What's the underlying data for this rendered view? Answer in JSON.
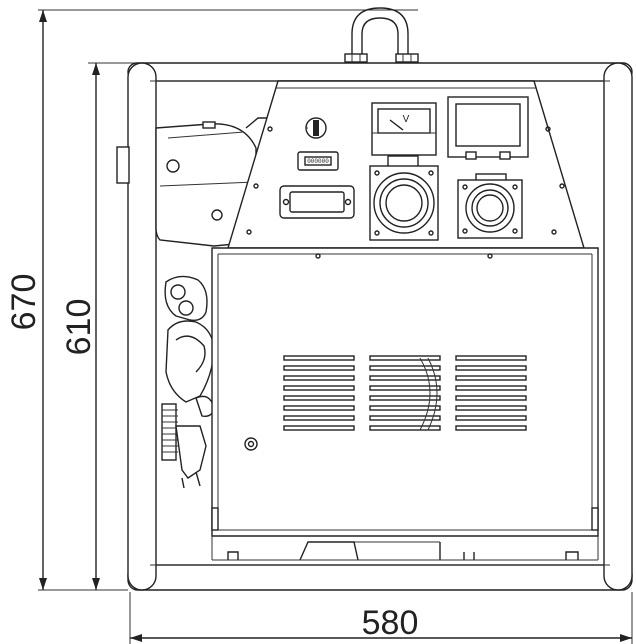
{
  "dimensions": {
    "overall_height": "670",
    "frame_height": "610",
    "width": "580"
  },
  "voltmeter": {
    "symbol": "V"
  },
  "hour_counter": {
    "digits": "000000"
  },
  "colors": {
    "line": "#222222",
    "background": "#ffffff",
    "shade": "#cfcfcf"
  }
}
